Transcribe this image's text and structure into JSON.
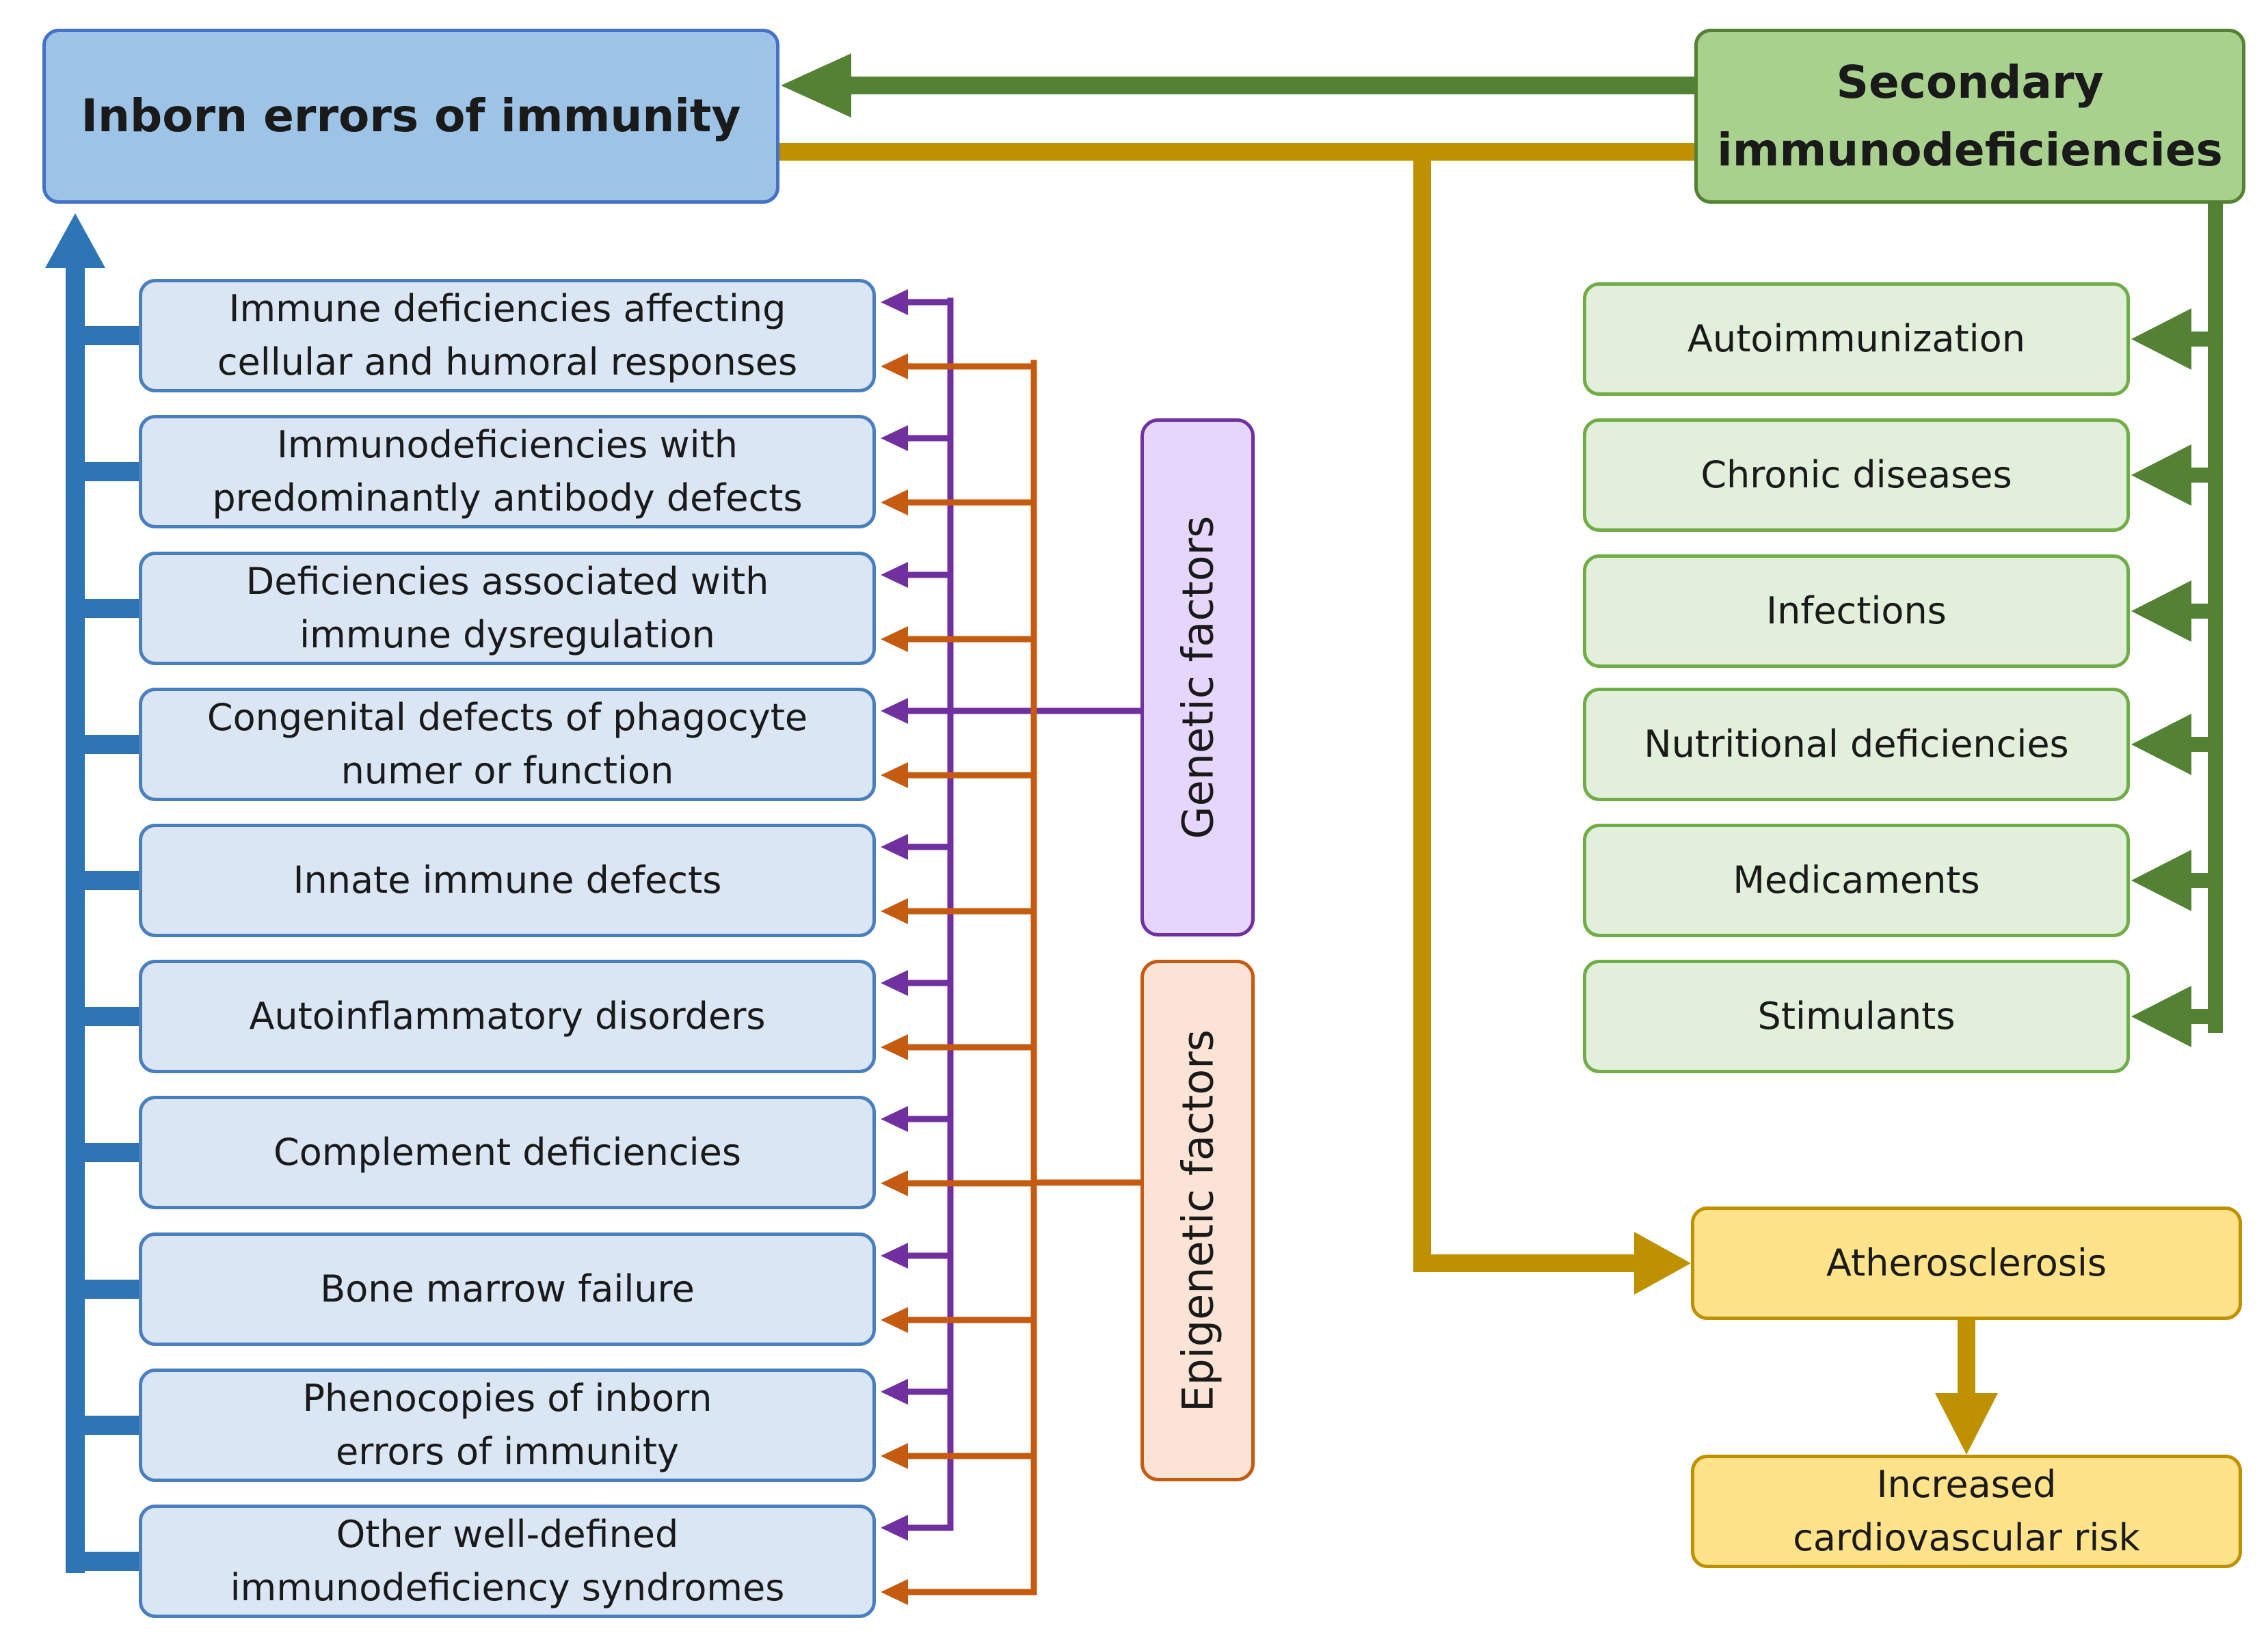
{
  "inborn_errors": {
    "label": "Inborn errors of immunity"
  },
  "secondary": {
    "label_line1": "Secondary",
    "label_line2": "immunodeficiencies"
  },
  "iei_categories": [
    {
      "line1": "Immune deficiencies affecting",
      "line2": "cellular and humoral responses"
    },
    {
      "line1": "Immunodeficiencies with",
      "line2": "predominantly antibody defects"
    },
    {
      "line1": "Deficiencies associated with",
      "line2": "immune dysregulation"
    },
    {
      "line1": "Congenital defects of phagocyte",
      "line2": "numer or function"
    },
    {
      "line1": "Innate immune defects",
      "line2": ""
    },
    {
      "line1": "Autoinflammatory disorders",
      "line2": ""
    },
    {
      "line1": "Complement deficiencies",
      "line2": ""
    },
    {
      "line1": "Bone marrow failure",
      "line2": ""
    },
    {
      "line1": "Phenocopies of inborn",
      "line2": "errors of immunity"
    },
    {
      "line1": "Other well-defined",
      "line2": "immunodeficiency syndromes"
    }
  ],
  "factors": {
    "genetic": "Genetic factors",
    "epigenetic": "Epigenetic factors"
  },
  "secondary_causes": [
    "Autoimmunization",
    "Chronic diseases",
    "Infections",
    "Nutritional deficiencies",
    "Medicaments",
    "Stimulants"
  ],
  "outcomes": {
    "atherosclerosis": "Atherosclerosis",
    "risk_line1": "Increased",
    "risk_line2": "cardiovascular risk"
  },
  "colors": {
    "blue": "#2e75b6",
    "green": "#548235",
    "gold": "#bf9000",
    "purple": "#7030a0",
    "orange": "#c55a11"
  }
}
